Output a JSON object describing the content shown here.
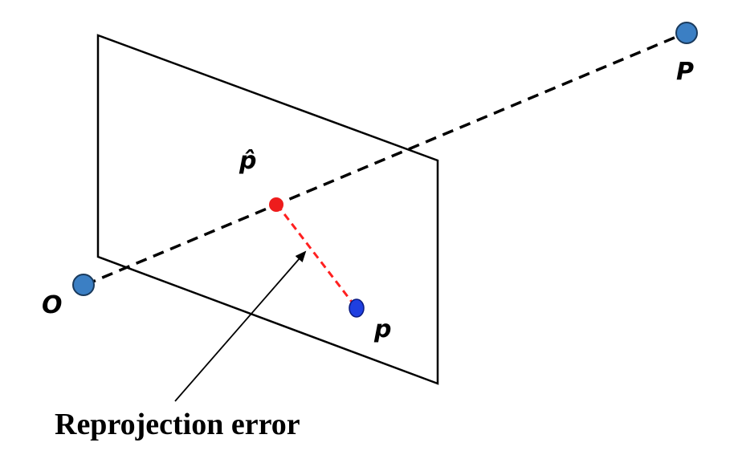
{
  "labels": {
    "world_point": "P",
    "camera_center": "O",
    "projected_point": "p̂",
    "observed_point": "p",
    "caption": "Reprojection error"
  },
  "colors": {
    "point_fill": "#3b7fc4",
    "projected_point": "#ee1c1c",
    "observed_point": "#1f3fe0",
    "error_line": "#ff2020",
    "ray_line": "#000000"
  }
}
